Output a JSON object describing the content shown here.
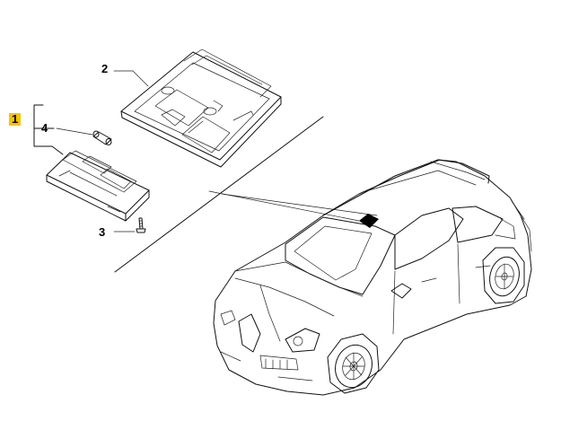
{
  "callouts": {
    "item1": "1",
    "item2": "2",
    "item3": "3",
    "item4": "4"
  },
  "colors": {
    "highlight": "#f5c400",
    "line": "#111111",
    "marker": "#000000"
  }
}
